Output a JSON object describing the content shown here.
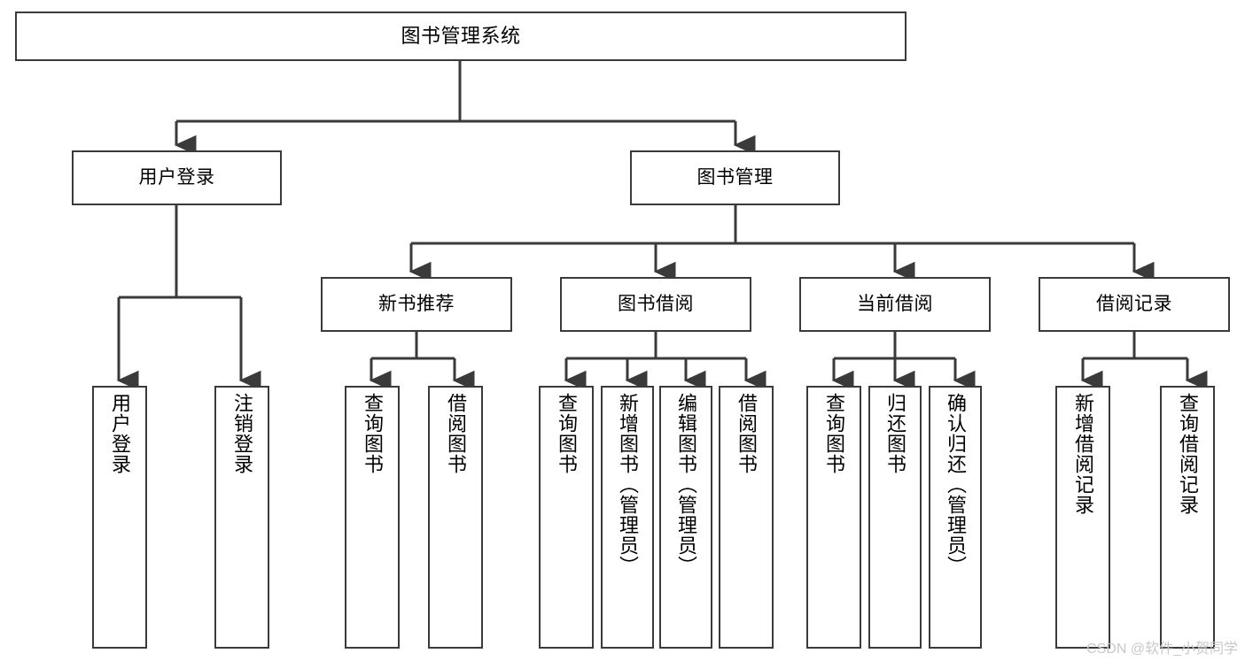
{
  "diagram": {
    "type": "tree",
    "title": "图书管理系统",
    "colors": {
      "background": "#ffffff",
      "node_border": "#3a3a3a",
      "node_fill": "#ffffff",
      "connector": "#3a3a3a",
      "text": "#000000",
      "watermark": "#c9c9c9"
    },
    "root": {
      "label": "图书管理系统"
    },
    "level2": [
      {
        "label": "用户登录"
      },
      {
        "label": "图书管理"
      }
    ],
    "level3": [
      {
        "label": "新书推荐"
      },
      {
        "label": "图书借阅"
      },
      {
        "label": "当前借阅"
      },
      {
        "label": "借阅记录"
      }
    ],
    "leaves_user_login": [
      {
        "label": "用户登录"
      },
      {
        "label": "注销登录"
      }
    ],
    "leaves_new_book": [
      {
        "label": "查询图书"
      },
      {
        "label": "借阅图书"
      }
    ],
    "leaves_borrow": [
      {
        "label": "查询图书"
      },
      {
        "label": "新增图书（管理员）"
      },
      {
        "label": "编辑图书（管理员）"
      },
      {
        "label": "借阅图书"
      }
    ],
    "leaves_current": [
      {
        "label": "查询图书"
      },
      {
        "label": "归还图书"
      },
      {
        "label": "确认归还（管理员）"
      }
    ],
    "leaves_record": [
      {
        "label": "新增借阅记录"
      },
      {
        "label": "查询借阅记录"
      }
    ]
  },
  "watermark": {
    "text": "CSDN @软件_小贺同学"
  }
}
